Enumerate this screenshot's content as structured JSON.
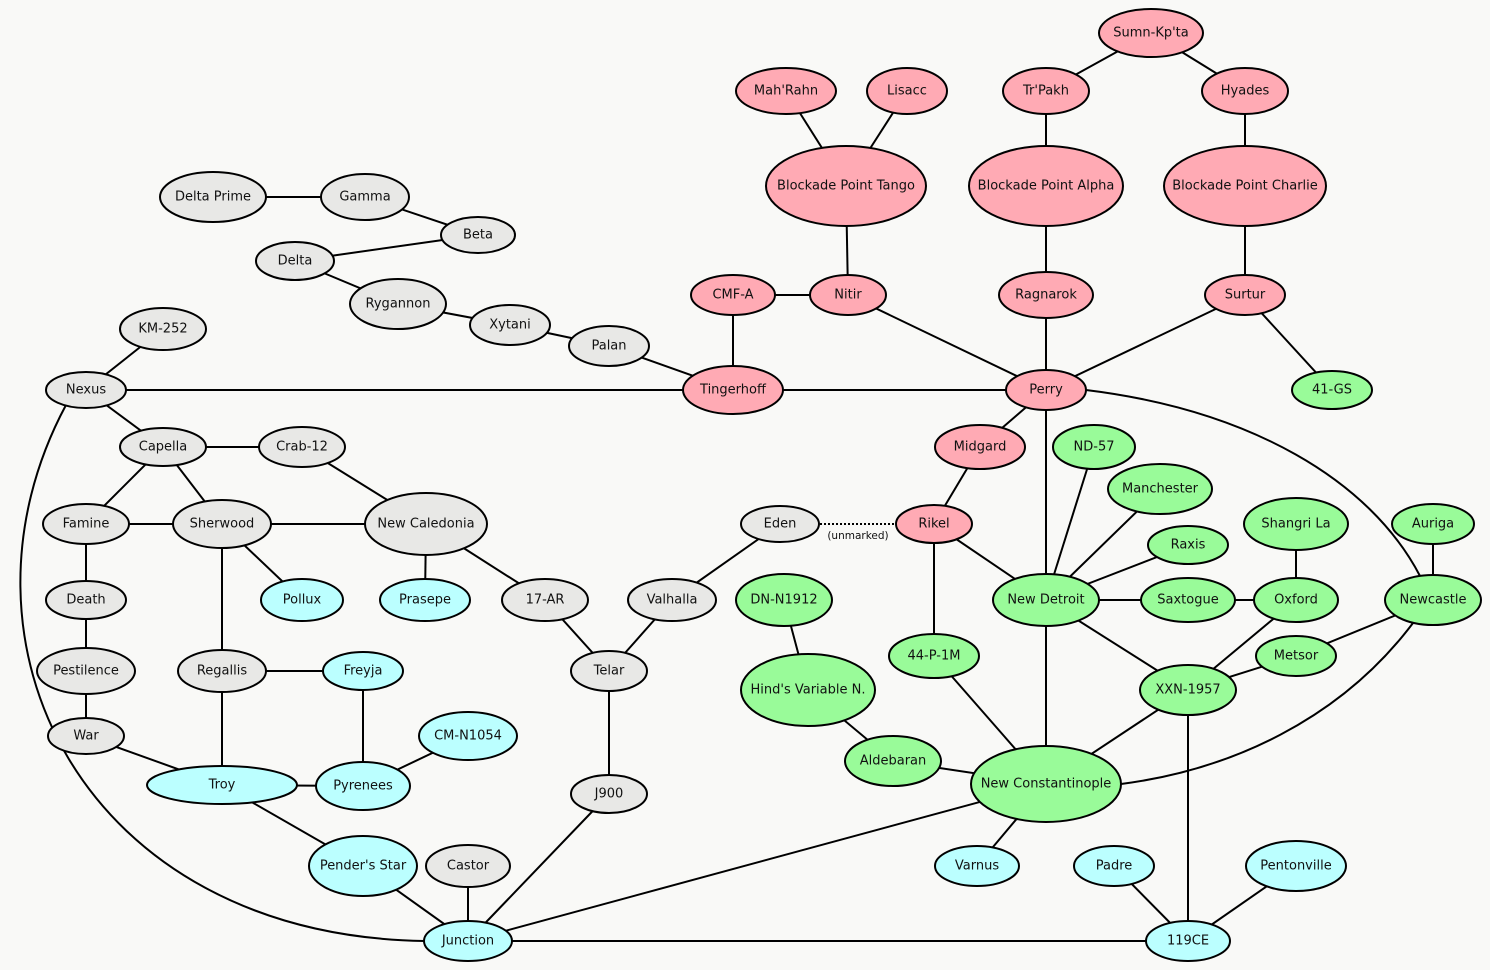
{
  "colors": {
    "gray": "#e8e8e6",
    "pink": "#ffaab4",
    "green": "#99fb99",
    "cyan": "#bbffff"
  },
  "nodes": [
    {
      "id": "sumn",
      "label": "Sumn-Kp'ta",
      "color": "pink"
    },
    {
      "id": "mahrahn",
      "label": "Mah'Rahn",
      "color": "pink"
    },
    {
      "id": "lisacc",
      "label": "Lisacc",
      "color": "pink"
    },
    {
      "id": "trpakh",
      "label": "Tr'Pakh",
      "color": "pink"
    },
    {
      "id": "hyades",
      "label": "Hyades",
      "color": "pink"
    },
    {
      "id": "bptango",
      "label": "Blockade Point Tango",
      "color": "pink"
    },
    {
      "id": "bpalpha",
      "label": "Blockade Point Alpha",
      "color": "pink"
    },
    {
      "id": "bpcharlie",
      "label": "Blockade Point Charlie",
      "color": "pink"
    },
    {
      "id": "deltaprime",
      "label": "Delta Prime",
      "color": "gray"
    },
    {
      "id": "gamma",
      "label": "Gamma",
      "color": "gray"
    },
    {
      "id": "beta",
      "label": "Beta",
      "color": "gray"
    },
    {
      "id": "delta",
      "label": "Delta",
      "color": "gray"
    },
    {
      "id": "cmfa",
      "label": "CMF-A",
      "color": "pink"
    },
    {
      "id": "nitir",
      "label": "Nitir",
      "color": "pink"
    },
    {
      "id": "ragnarok",
      "label": "Ragnarok",
      "color": "pink"
    },
    {
      "id": "surtur",
      "label": "Surtur",
      "color": "pink"
    },
    {
      "id": "rygannon",
      "label": "Rygannon",
      "color": "gray"
    },
    {
      "id": "xytani",
      "label": "Xytani",
      "color": "gray"
    },
    {
      "id": "km252",
      "label": "KM-252",
      "color": "gray"
    },
    {
      "id": "palan",
      "label": "Palan",
      "color": "gray"
    },
    {
      "id": "nexus",
      "label": "Nexus",
      "color": "gray"
    },
    {
      "id": "tingerhoff",
      "label": "Tingerhoff",
      "color": "pink"
    },
    {
      "id": "perry",
      "label": "Perry",
      "color": "pink"
    },
    {
      "id": "gs41",
      "label": "41-GS",
      "color": "green"
    },
    {
      "id": "capella",
      "label": "Capella",
      "color": "gray"
    },
    {
      "id": "crab12",
      "label": "Crab-12",
      "color": "gray"
    },
    {
      "id": "midgard",
      "label": "Midgard",
      "color": "pink"
    },
    {
      "id": "nd57",
      "label": "ND-57",
      "color": "green"
    },
    {
      "id": "manchester",
      "label": "Manchester",
      "color": "green"
    },
    {
      "id": "famine",
      "label": "Famine",
      "color": "gray"
    },
    {
      "id": "sherwood",
      "label": "Sherwood",
      "color": "gray"
    },
    {
      "id": "newcaledonia",
      "label": "New Caledonia",
      "color": "gray"
    },
    {
      "id": "eden",
      "label": "Eden",
      "color": "gray"
    },
    {
      "id": "rikel",
      "label": "Rikel",
      "color": "pink"
    },
    {
      "id": "raxis",
      "label": "Raxis",
      "color": "green"
    },
    {
      "id": "shangrila",
      "label": "Shangri La",
      "color": "green"
    },
    {
      "id": "auriga",
      "label": "Auriga",
      "color": "green"
    },
    {
      "id": "death",
      "label": "Death",
      "color": "gray"
    },
    {
      "id": "pollux",
      "label": "Pollux",
      "color": "cyan"
    },
    {
      "id": "prasepe",
      "label": "Prasepe",
      "color": "cyan"
    },
    {
      "id": "ar17",
      "label": "17-AR",
      "color": "gray"
    },
    {
      "id": "valhalla",
      "label": "Valhalla",
      "color": "gray"
    },
    {
      "id": "dnn1912",
      "label": "DN-N1912",
      "color": "green"
    },
    {
      "id": "newdetroit",
      "label": "New Detroit",
      "color": "green"
    },
    {
      "id": "saxtogue",
      "label": "Saxtogue",
      "color": "green"
    },
    {
      "id": "oxford",
      "label": "Oxford",
      "color": "green"
    },
    {
      "id": "newcastle",
      "label": "Newcastle",
      "color": "green"
    },
    {
      "id": "pestilence",
      "label": "Pestilence",
      "color": "gray"
    },
    {
      "id": "regallis",
      "label": "Regallis",
      "color": "gray"
    },
    {
      "id": "freyja",
      "label": "Freyja",
      "color": "cyan"
    },
    {
      "id": "telar",
      "label": "Telar",
      "color": "gray"
    },
    {
      "id": "p1m44",
      "label": "44-P-1M",
      "color": "green"
    },
    {
      "id": "metsor",
      "label": "Metsor",
      "color": "green"
    },
    {
      "id": "hinds",
      "label": "Hind's Variable N.",
      "color": "green"
    },
    {
      "id": "xxn1957",
      "label": "XXN-1957",
      "color": "green"
    },
    {
      "id": "war",
      "label": "War",
      "color": "gray"
    },
    {
      "id": "cmn1054",
      "label": "CM-N1054",
      "color": "cyan"
    },
    {
      "id": "aldebaran",
      "label": "Aldebaran",
      "color": "green"
    },
    {
      "id": "troy",
      "label": "Troy",
      "color": "cyan"
    },
    {
      "id": "pyrenees",
      "label": "Pyrenees",
      "color": "cyan"
    },
    {
      "id": "j900",
      "label": "J900",
      "color": "gray"
    },
    {
      "id": "newconst",
      "label": "New Constantinople",
      "color": "green"
    },
    {
      "id": "penders",
      "label": "Pender's Star",
      "color": "cyan"
    },
    {
      "id": "castor",
      "label": "Castor",
      "color": "gray"
    },
    {
      "id": "varnus",
      "label": "Varnus",
      "color": "cyan"
    },
    {
      "id": "padre",
      "label": "Padre",
      "color": "cyan"
    },
    {
      "id": "pentonville",
      "label": "Pentonville",
      "color": "cyan"
    },
    {
      "id": "junction",
      "label": "Junction",
      "color": "cyan"
    },
    {
      "id": "ce119",
      "label": "119CE",
      "color": "cyan"
    }
  ],
  "edges": [
    {
      "from": "sumn",
      "to": "trpakh"
    },
    {
      "from": "sumn",
      "to": "hyades"
    },
    {
      "from": "mahrahn",
      "to": "bptango"
    },
    {
      "from": "lisacc",
      "to": "bptango"
    },
    {
      "from": "trpakh",
      "to": "bpalpha"
    },
    {
      "from": "hyades",
      "to": "bpcharlie"
    },
    {
      "from": "bptango",
      "to": "nitir"
    },
    {
      "from": "bpalpha",
      "to": "ragnarok"
    },
    {
      "from": "bpcharlie",
      "to": "surtur"
    },
    {
      "from": "deltaprime",
      "to": "gamma"
    },
    {
      "from": "gamma",
      "to": "beta"
    },
    {
      "from": "beta",
      "to": "delta"
    },
    {
      "from": "delta",
      "to": "rygannon"
    },
    {
      "from": "rygannon",
      "to": "xytani"
    },
    {
      "from": "xytani",
      "to": "palan"
    },
    {
      "from": "palan",
      "to": "tingerhoff"
    },
    {
      "from": "cmfa",
      "to": "nitir"
    },
    {
      "from": "cmfa",
      "to": "tingerhoff"
    },
    {
      "from": "nitir",
      "to": "perry"
    },
    {
      "from": "ragnarok",
      "to": "perry"
    },
    {
      "from": "surtur",
      "to": "perry"
    },
    {
      "from": "surtur",
      "to": "gs41"
    },
    {
      "from": "km252",
      "to": "nexus"
    },
    {
      "from": "nexus",
      "to": "tingerhoff"
    },
    {
      "from": "tingerhoff",
      "to": "perry"
    },
    {
      "from": "nexus",
      "to": "capella"
    },
    {
      "from": "capella",
      "to": "crab12"
    },
    {
      "from": "capella",
      "to": "famine"
    },
    {
      "from": "capella",
      "to": "sherwood"
    },
    {
      "from": "crab12",
      "to": "newcaledonia"
    },
    {
      "from": "famine",
      "to": "sherwood"
    },
    {
      "from": "sherwood",
      "to": "newcaledonia"
    },
    {
      "from": "sherwood",
      "to": "pollux"
    },
    {
      "from": "sherwood",
      "to": "regallis"
    },
    {
      "from": "newcaledonia",
      "to": "prasepe"
    },
    {
      "from": "newcaledonia",
      "to": "ar17"
    },
    {
      "from": "famine",
      "to": "death"
    },
    {
      "from": "death",
      "to": "pestilence"
    },
    {
      "from": "pestilence",
      "to": "war"
    },
    {
      "from": "war",
      "to": "troy"
    },
    {
      "from": "regallis",
      "to": "freyja"
    },
    {
      "from": "regallis",
      "to": "troy"
    },
    {
      "from": "freyja",
      "to": "pyrenees"
    },
    {
      "from": "troy",
      "to": "pyrenees"
    },
    {
      "from": "pyrenees",
      "to": "cmn1054"
    },
    {
      "from": "troy",
      "to": "penders"
    },
    {
      "from": "penders",
      "to": "junction"
    },
    {
      "from": "castor",
      "to": "junction"
    },
    {
      "from": "ar17",
      "to": "telar"
    },
    {
      "from": "eden",
      "to": "valhalla"
    },
    {
      "from": "valhalla",
      "to": "telar"
    },
    {
      "from": "telar",
      "to": "j900"
    },
    {
      "from": "j900",
      "to": "junction"
    },
    {
      "from": "perry",
      "to": "midgard"
    },
    {
      "from": "midgard",
      "to": "rikel"
    },
    {
      "from": "perry",
      "to": "newdetroit"
    },
    {
      "from": "rikel",
      "to": "newdetroit"
    },
    {
      "from": "rikel",
      "to": "p1m44"
    },
    {
      "from": "nd57",
      "to": "newdetroit"
    },
    {
      "from": "manchester",
      "to": "newdetroit"
    },
    {
      "from": "raxis",
      "to": "newdetroit"
    },
    {
      "from": "newdetroit",
      "to": "saxtogue"
    },
    {
      "from": "saxtogue",
      "to": "oxford"
    },
    {
      "from": "shangrila",
      "to": "oxford"
    },
    {
      "from": "oxford",
      "to": "xxn1957"
    },
    {
      "from": "newdetroit",
      "to": "xxn1957"
    },
    {
      "from": "newdetroit",
      "to": "newconst"
    },
    {
      "from": "auriga",
      "to": "newcastle"
    },
    {
      "from": "newcastle",
      "to": "metsor"
    },
    {
      "from": "metsor",
      "to": "xxn1957"
    },
    {
      "from": "xxn1957",
      "to": "newconst"
    },
    {
      "from": "xxn1957",
      "to": "ce119"
    },
    {
      "from": "p1m44",
      "to": "newconst"
    },
    {
      "from": "dnn1912",
      "to": "hinds"
    },
    {
      "from": "hinds",
      "to": "aldebaran"
    },
    {
      "from": "aldebaran",
      "to": "newconst"
    },
    {
      "from": "newconst",
      "to": "varnus"
    },
    {
      "from": "newconst",
      "to": "junction"
    },
    {
      "from": "padre",
      "to": "ce119"
    },
    {
      "from": "pentonville",
      "to": "ce119"
    },
    {
      "from": "junction",
      "to": "ce119"
    },
    {
      "from": "eden",
      "to": "rikel",
      "style": "dotted",
      "label": "(unmarked)"
    },
    {
      "from": "nexus",
      "to": "junction",
      "curve": "nexus-junction"
    },
    {
      "from": "perry",
      "to": "newcastle",
      "curve": "perry-newcastle"
    },
    {
      "from": "newcastle",
      "to": "newconst",
      "curve": "newcastle-newconst"
    }
  ]
}
